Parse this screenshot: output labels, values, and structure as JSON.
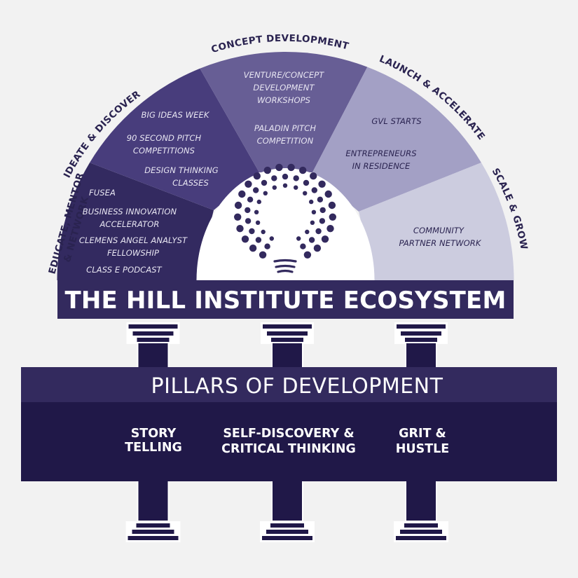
{
  "title": "THE HILL INSTITUTE ECOSYSTEM",
  "colors": {
    "background": "#f2f2f2",
    "dark": "#332a5e",
    "darker": "#201848",
    "stage_educate": "#332a60",
    "stage_ideate": "#483d7c",
    "stage_concept": "#675e95",
    "stage_launch": "#a3a0c5",
    "stage_scale": "#ccccdf",
    "white": "#ffffff"
  },
  "stages": [
    {
      "id": "educate",
      "label_lines": [
        "EDUCATE, MENTOR",
        "& NETWORK"
      ],
      "items": [
        "FUSEA",
        "BUSINESS INNOVATION",
        "ACCELERATOR",
        "CLEMENS ANGEL ANALYST",
        "FELLOWSHIP",
        "CLASS E PODCAST"
      ]
    },
    {
      "id": "ideate",
      "label": "IDEATE & DISCOVER",
      "items": [
        "BIG IDEAS WEEK",
        "90 SECOND PITCH",
        "COMPETITIONS",
        "DESIGN THINKING",
        "CLASSES"
      ]
    },
    {
      "id": "concept",
      "label": "CONCEPT DEVELOPMENT",
      "items": [
        "VENTURE/CONCEPT",
        "DEVELOPMENT",
        "WORKSHOPS",
        "PALADIN PITCH",
        "COMPETITION"
      ]
    },
    {
      "id": "launch",
      "label": "LAUNCH & ACCELERATE",
      "items": [
        "GVL STARTS",
        "ENTREPRENEURS",
        "IN RESIDENCE"
      ]
    },
    {
      "id": "scale",
      "label": "SCALE & GROW",
      "items": [
        "COMMUNITY",
        "PARTNER NETWORK"
      ]
    }
  ],
  "center_icon": "lightbulb-dots-icon",
  "pillars": {
    "title": "PILLARS OF DEVELOPMENT",
    "items": [
      {
        "lines": [
          "STORY",
          "TELLING"
        ]
      },
      {
        "lines": [
          "SELF-DISCOVERY &",
          "CRITICAL THINKING"
        ]
      },
      {
        "lines": [
          "GRIT &",
          "HUSTLE"
        ]
      }
    ]
  }
}
